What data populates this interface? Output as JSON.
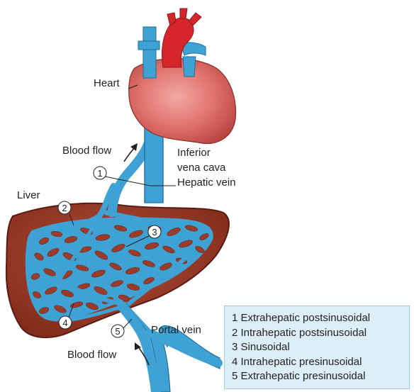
{
  "labels": {
    "heart": "Heart",
    "blood_flow_top": "Blood flow",
    "ivc_line1": "Inferior",
    "ivc_line2": "vena cava",
    "hepatic_vein": "Hepatic vein",
    "liver": "Liver",
    "portal_vein": "Portal vein",
    "blood_flow_bottom": "Blood flow"
  },
  "markers": [
    "1",
    "2",
    "3",
    "4",
    "5"
  ],
  "legend": [
    "1 Extrahepatic postsinusoidal",
    "2 Intrahepatic postsinusoidal",
    "3 Sinusoidal",
    "4 Intrahepatic presinusoidal",
    "5 Extrahepatic presinusoidal"
  ],
  "colors": {
    "liver": "#9b3c2a",
    "liver_dark": "#6e2414",
    "vessel": "#3ea3d4",
    "vessel_dark": "#1f6e99",
    "heart": "#e2817c",
    "aorta": "#d7262b",
    "legend_bg": "#dceef8"
  }
}
